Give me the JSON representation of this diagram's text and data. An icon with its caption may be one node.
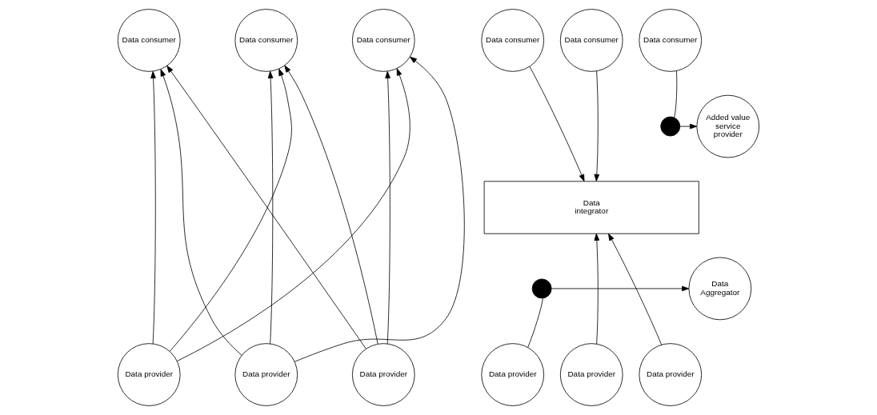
{
  "diagram": {
    "nodes": [
      {
        "text": [
          "Data consumer"
        ]
      },
      {
        "text": [
          "Data consumer"
        ]
      },
      {
        "text": [
          "Data consumer"
        ]
      },
      {
        "text": [
          "Data consumer"
        ]
      },
      {
        "text": [
          "Data consumer"
        ]
      },
      {
        "text": [
          "Data consumer"
        ]
      },
      {
        "text": [
          "Added value service provider"
        ]
      },
      {
        "text": [
          "Data integrator"
        ]
      },
      {
        "text": [],
        "shape": "circle"
      },
      {
        "text": [],
        "shape": "circle"
      },
      {
        "text": [
          "Data Aggregator"
        ]
      },
      {
        "text": [
          "Data provider"
        ]
      },
      {
        "text": [
          "Data provider"
        ]
      },
      {
        "text": [
          "Data provider"
        ]
      },
      {
        "text": [
          "Data provider"
        ]
      },
      {
        "text": [
          "Data provider"
        ]
      },
      {
        "text": [
          "Data provider"
        ]
      }
    ],
    "edges": [
      {
        "from": 11,
        "to": 0,
        "arrow": "to"
      },
      {
        "from": 11,
        "to": 1,
        "arrow": "to"
      },
      {
        "from": 11,
        "to": 2,
        "arrow": "to"
      },
      {
        "from": 12,
        "to": 0,
        "arrow": "to"
      },
      {
        "from": 12,
        "to": 1,
        "arrow": "to"
      },
      {
        "from": 12,
        "to": 2,
        "arrow": "to"
      },
      {
        "from": 13,
        "to": 0,
        "arrow": "to"
      },
      {
        "from": 13,
        "to": 1,
        "arrow": "to"
      },
      {
        "from": 13,
        "to": 2,
        "arrow": "to"
      },
      {
        "from": 3,
        "to": 7,
        "arrow": "to"
      },
      {
        "from": 4,
        "to": 7,
        "arrow": "to"
      },
      {
        "from": 5,
        "to": 8,
        "arrow": "none"
      },
      {
        "from": 8,
        "to": 6,
        "arrow": "to"
      },
      {
        "from": 14,
        "to": 7,
        "arrow": "to"
      },
      {
        "from": 15,
        "to": 7,
        "arrow": "to"
      },
      {
        "from": 16,
        "to": 9,
        "arrow": "none"
      },
      {
        "from": 9,
        "to": 10,
        "arrow": "to"
      }
    ]
  }
}
